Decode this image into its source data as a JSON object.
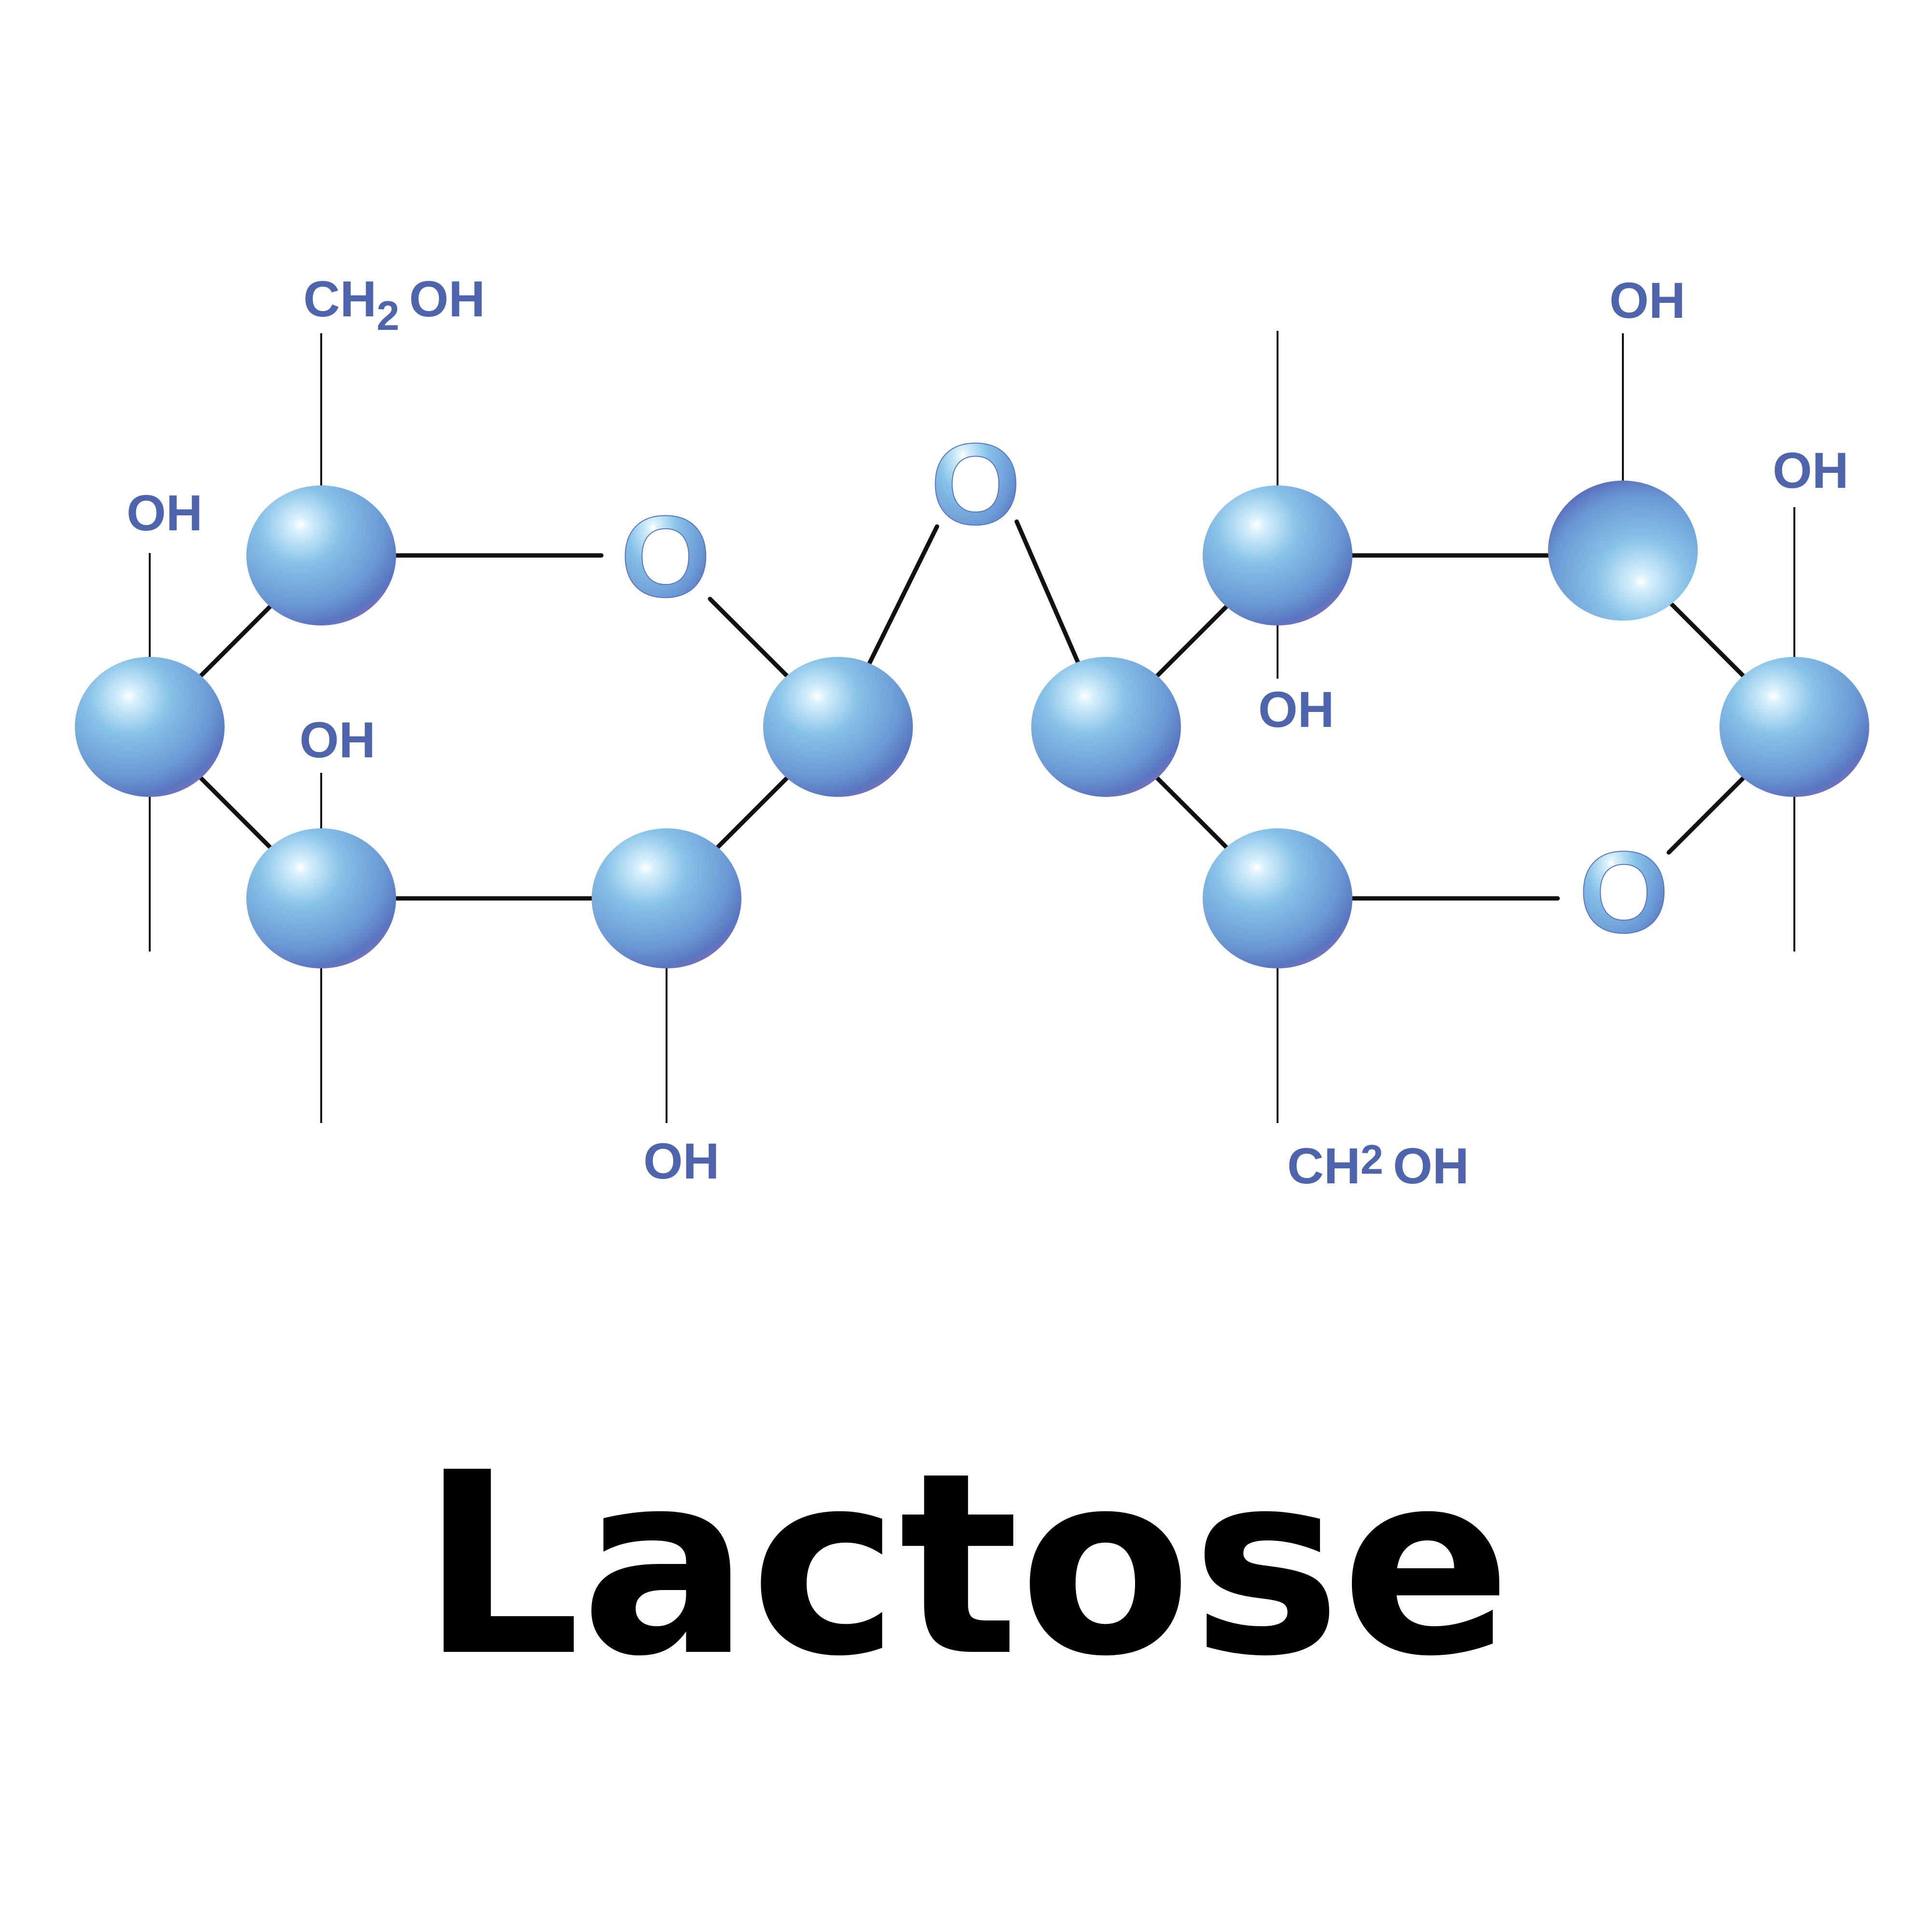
{
  "title": "Lactose",
  "colors": {
    "background": "#ffffff",
    "atom_light": "#bfe6fb",
    "atom_mid": "#7ab7e2",
    "atom_dark": "#5a78c2",
    "atom_rim": "#8f74b8",
    "label": "#4e65ad",
    "bond": "#111111",
    "title": "#000000"
  },
  "labels": {
    "ch2oh_left": "CH",
    "ch2oh_left_sub": "2",
    "ch2oh_left_oh": "OH",
    "oh_left_ring_top": "OH",
    "oh_left_ring_mid": "OH",
    "oh_left_ring_bottom": "OH",
    "ring_oxygen_left": "O",
    "bridge_oxygen": "O",
    "ring_oxygen_right": "O",
    "oh_right_ring_mid": "OH",
    "oh_right_ring_top": "OH",
    "oh_right_ring_far": "OH",
    "ch2oh_right": "CH",
    "ch2oh_right_sub": "2",
    "ch2oh_right_oh": "OH"
  }
}
